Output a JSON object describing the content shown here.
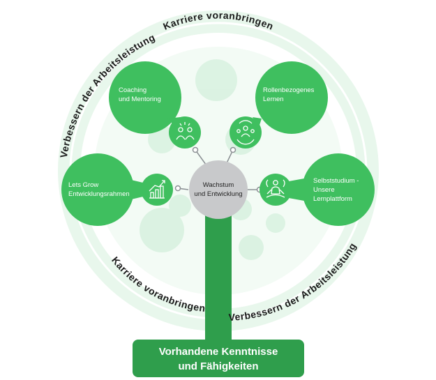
{
  "center": {
    "line1": "Wachstum",
    "line2": "und Entwicklung"
  },
  "nodes": {
    "coaching": {
      "line1": "Coaching",
      "line2": "und Mentoring",
      "icon": "team-collaboration-icon"
    },
    "rollen": {
      "line1": "Rollenbezogenes",
      "line2": "Lernen",
      "icon": "role-cycle-icon"
    },
    "letsgrow": {
      "line1": "Lets Grow",
      "line2": "Entwicklungsrahmen",
      "icon": "growth-chart-icon"
    },
    "selbst": {
      "line1": "Selbststudium -",
      "line2": "Unsere",
      "line3": "Lernplattform",
      "icon": "meditation-icon"
    }
  },
  "base": {
    "line1": "Vorhandene Kenntnisse",
    "line2": "und Fähigkeiten"
  },
  "ring": {
    "top_inner": "Karriere voranbringen",
    "left_outer": "Verbessern der Arbeitsleistung",
    "bottom_inner": "Karriere voranbringen",
    "right_outer": "Verbessern der Arbeitsleistung"
  },
  "colors": {
    "primary_green": "#3fbf5f",
    "dark_green": "#2f9e4c",
    "light_green": "#dcf3e2",
    "pale_green": "#eefaf1",
    "center_gray": "#c8c9cb"
  }
}
